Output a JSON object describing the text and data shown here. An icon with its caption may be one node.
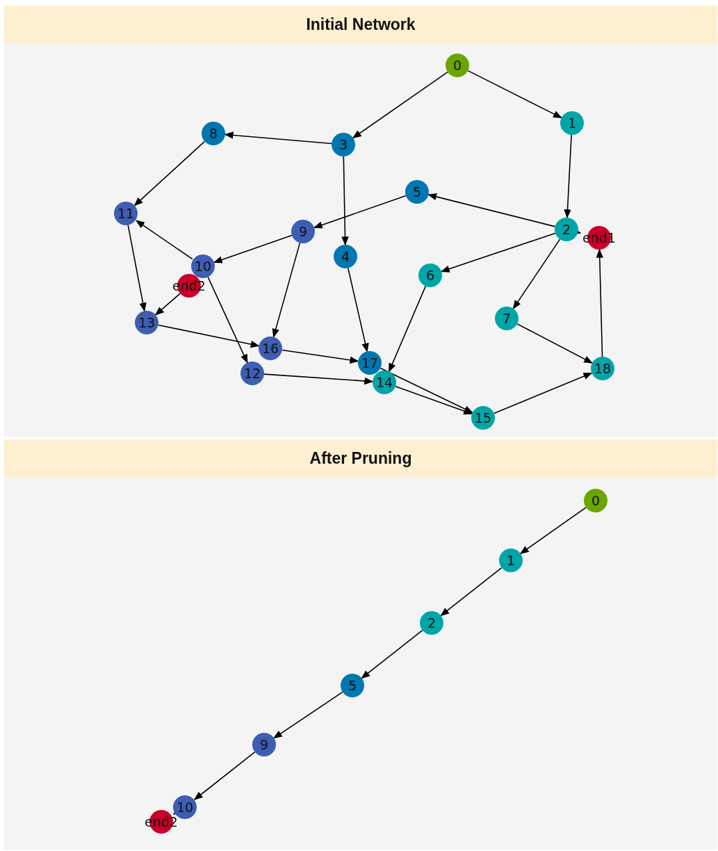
{
  "diagram": {
    "nodes": [
      {
        "text": [
          "Initial Network"
        ]
      },
      {
        "text": [
          "0"
        ],
        "in": 0
      },
      {
        "text": [
          "1"
        ],
        "in": 0
      },
      {
        "text": [
          "8"
        ],
        "in": 0
      },
      {
        "text": [
          "3"
        ],
        "in": 0
      },
      {
        "text": [
          "5"
        ],
        "in": 0
      },
      {
        "text": [
          "11"
        ],
        "in": 0
      },
      {
        "text": [
          "2"
        ],
        "in": 0
      },
      {
        "text": [
          "9"
        ],
        "in": 0
      },
      {
        "text": [
          "end1"
        ],
        "in": 0
      },
      {
        "text": [
          "4"
        ],
        "in": 0
      },
      {
        "text": [
          "10"
        ],
        "in": 0
      },
      {
        "text": [
          "6"
        ],
        "in": 0
      },
      {
        "text": [
          "end2"
        ],
        "in": 0
      },
      {
        "text": [
          "7"
        ],
        "in": 0
      },
      {
        "text": [
          "13"
        ],
        "in": 0
      },
      {
        "text": [
          "16"
        ],
        "in": 0
      },
      {
        "text": [
          "18"
        ],
        "in": 0
      },
      {
        "text": [
          "17"
        ],
        "in": 0
      },
      {
        "text": [
          "12"
        ],
        "in": 0
      },
      {
        "text": [
          "14"
        ],
        "in": 0
      },
      {
        "text": [
          "15"
        ],
        "in": 0
      },
      {
        "text": [
          "After Pruning"
        ]
      },
      {
        "text": [
          "0"
        ],
        "in": 22
      },
      {
        "text": [
          "1"
        ],
        "in": 22
      },
      {
        "text": [
          "2"
        ],
        "in": 22
      },
      {
        "text": [
          "5"
        ],
        "in": 22
      },
      {
        "text": [
          "9"
        ],
        "in": 22
      },
      {
        "text": [
          "10"
        ],
        "in": 22
      },
      {
        "text": [
          "end2"
        ],
        "in": 22
      }
    ],
    "edges": [
      {
        "from": 1,
        "to": 4,
        "arrow": "to"
      },
      {
        "from": 1,
        "to": 2,
        "arrow": "to"
      },
      {
        "from": 4,
        "to": 3,
        "arrow": "to"
      },
      {
        "from": 4,
        "to": 10,
        "arrow": "to"
      },
      {
        "from": 2,
        "to": 7,
        "arrow": "to"
      },
      {
        "from": 3,
        "to": 6,
        "arrow": "to"
      },
      {
        "from": 7,
        "to": 5,
        "arrow": "to"
      },
      {
        "from": 7,
        "to": 9,
        "arrow": "to"
      },
      {
        "from": 7,
        "to": 12,
        "arrow": "to"
      },
      {
        "from": 7,
        "to": 14,
        "arrow": "to"
      },
      {
        "from": 5,
        "to": 8,
        "arrow": "to"
      },
      {
        "from": 8,
        "to": 11,
        "arrow": "to"
      },
      {
        "from": 8,
        "to": 16,
        "arrow": "to"
      },
      {
        "from": 11,
        "to": 6,
        "arrow": "to"
      },
      {
        "from": 11,
        "to": 19,
        "arrow": "to"
      },
      {
        "from": 13,
        "to": 15,
        "arrow": "to"
      },
      {
        "from": 6,
        "to": 15,
        "arrow": "to"
      },
      {
        "from": 15,
        "to": 16,
        "arrow": "to"
      },
      {
        "from": 16,
        "to": 18,
        "arrow": "to"
      },
      {
        "from": 19,
        "to": 20,
        "arrow": "to"
      },
      {
        "from": 10,
        "to": 18,
        "arrow": "to"
      },
      {
        "from": 12,
        "to": 20,
        "arrow": "to"
      },
      {
        "from": 18,
        "to": 21,
        "arrow": "to"
      },
      {
        "from": 20,
        "to": 21,
        "arrow": "to"
      },
      {
        "from": 14,
        "to": 17,
        "arrow": "to"
      },
      {
        "from": 21,
        "to": 17,
        "arrow": "to"
      },
      {
        "from": 17,
        "to": 9,
        "arrow": "to"
      },
      {
        "from": 23,
        "to": 24,
        "arrow": "to"
      },
      {
        "from": 24,
        "to": 25,
        "arrow": "to"
      },
      {
        "from": 25,
        "to": 26,
        "arrow": "to"
      },
      {
        "from": 26,
        "to": 27,
        "arrow": "to"
      },
      {
        "from": 27,
        "to": 28,
        "arrow": "to"
      },
      {
        "from": 28,
        "to": 29,
        "arrow": "to"
      }
    ]
  }
}
